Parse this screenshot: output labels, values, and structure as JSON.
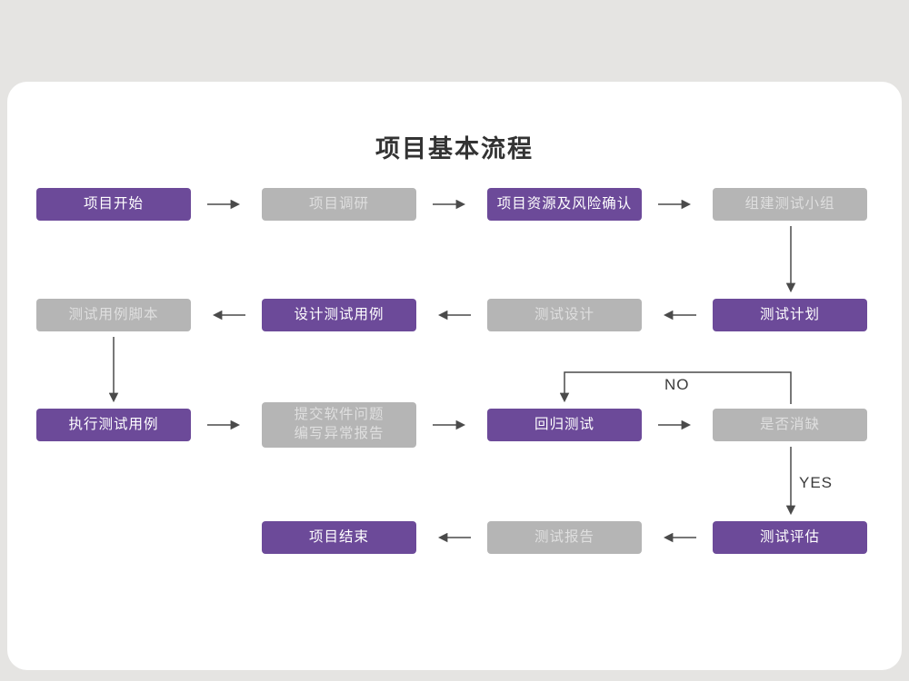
{
  "title": "项目基本流程",
  "colors": {
    "page_background": "#e5e4e2",
    "card_background": "#ffffff",
    "node_purple": "#6c4a99",
    "node_gray": "#b5b5b5",
    "node_purple_text": "#ffffff",
    "node_gray_text": "#dfdfdf",
    "arrow": "#4a4a4a",
    "title_text": "#333333"
  },
  "nodes": [
    {
      "label": "项目开始",
      "variant": "purple"
    },
    {
      "label": "项目调研",
      "variant": "gray"
    },
    {
      "label": "项目资源及风险确认",
      "variant": "purple"
    },
    {
      "label": "组建测试小组",
      "variant": "gray"
    },
    {
      "label": "测试计划",
      "variant": "purple"
    },
    {
      "label": "测试设计",
      "variant": "gray"
    },
    {
      "label": "设计测试用例",
      "variant": "purple"
    },
    {
      "label": "测试用例脚本",
      "variant": "gray"
    },
    {
      "label": "执行测试用例",
      "variant": "purple"
    },
    {
      "label": "提交软件问题\n编写异常报告",
      "variant": "gray"
    },
    {
      "label": "回归测试",
      "variant": "purple"
    },
    {
      "label": "是否消缺",
      "variant": "gray"
    },
    {
      "label": "测试评估",
      "variant": "purple"
    },
    {
      "label": "测试报告",
      "variant": "gray"
    },
    {
      "label": "项目结束",
      "variant": "purple"
    }
  ],
  "edge_labels": {
    "no": "NO",
    "yes": "YES"
  }
}
